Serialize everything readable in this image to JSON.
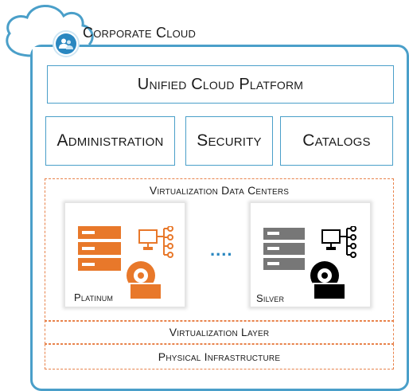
{
  "header": {
    "title": "Corporate Cloud",
    "icon": "users-icon"
  },
  "platform": {
    "label": "Unified Cloud Platform"
  },
  "services": [
    {
      "label": "Administration"
    },
    {
      "label": "Security"
    },
    {
      "label": "Catalogs"
    }
  ],
  "datacenters": {
    "label": "Virtualization Data Centers",
    "separator": "....",
    "tiers": [
      {
        "label": "Platinum",
        "color": "#e8782a"
      },
      {
        "label": "Silver",
        "color": "#000000"
      }
    ]
  },
  "layers": {
    "virtualization": "Virtualization Layer",
    "physical": "Physical Infrastructure"
  },
  "colors": {
    "frame": "#4a9fc9",
    "accent": "#e8782a",
    "server_gray": "#777777"
  }
}
